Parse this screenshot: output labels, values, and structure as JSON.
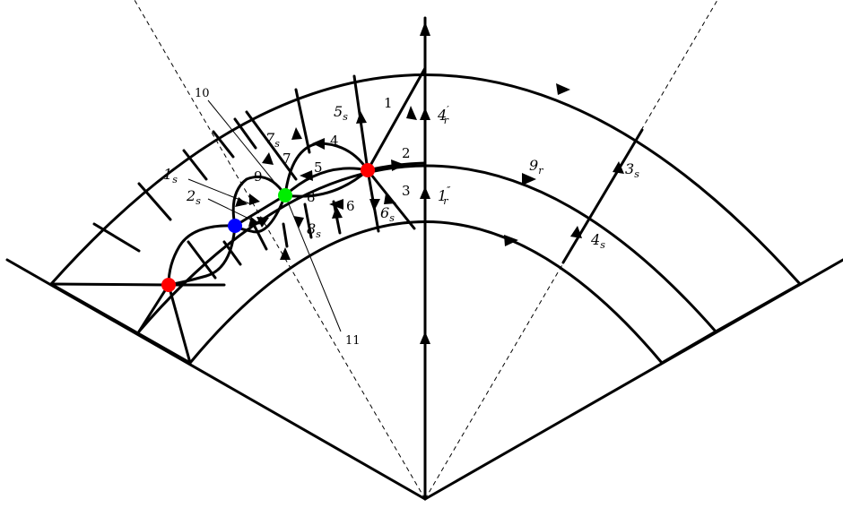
{
  "colors": {
    "red_point": "#ff0000",
    "blue_point": "#0000ff",
    "green_point": "#00ee00",
    "line": "#000000"
  },
  "labels": {
    "n1": "1",
    "n2": "2",
    "n3": "3",
    "n4": "4",
    "n5": "5",
    "n6": "6",
    "n7": "7",
    "n8": "8",
    "n9": "9",
    "n10": "10",
    "n11": "11",
    "s1": "1",
    "s2": "2",
    "s3": "3",
    "s4": "4",
    "s5": "5",
    "s6": "6",
    "s7": "7",
    "s8": "8",
    "r9": "9",
    "r4p": "4",
    "r1pp": "1",
    "sub_s": "s",
    "sub_r": "r",
    "prime": "′",
    "dprime": "″"
  }
}
